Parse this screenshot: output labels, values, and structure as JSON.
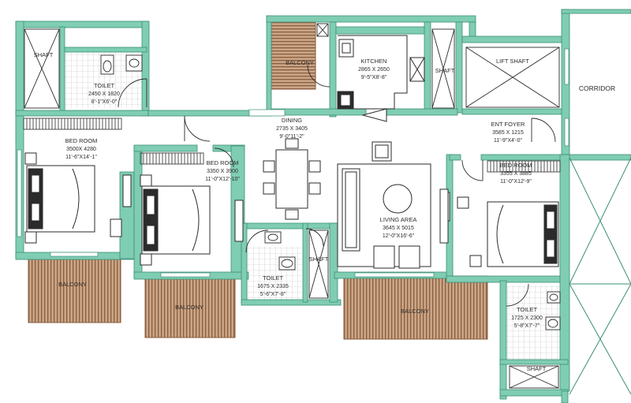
{
  "colors": {
    "wall": "#7fcdb3",
    "wall_edge": "#3d8f77",
    "balcony_fill": "#c49a7a",
    "balcony_line": "#8c5f40",
    "furniture": "#2b2b2b",
    "tile": "#d5d5d5"
  },
  "rooms": {
    "shaft_tl": {
      "name": "SHAFT"
    },
    "toilet_top": {
      "name": "TOILET",
      "metric": "2450 X 1820",
      "imperial": "8'-1\"X6'-0\""
    },
    "balcony_top": {
      "name": "BALCONY"
    },
    "kitchen": {
      "name": "KITCHEN",
      "metric": "2865 X 2650",
      "imperial": "9'-5\"X8'-8\""
    },
    "shaft_kitchen": {
      "name": "SHAFT"
    },
    "lift_shaft": {
      "name": "LIFT SHAFT"
    },
    "corridor": {
      "name": "CORRIDOR"
    },
    "dining": {
      "name": "DINING",
      "metric": "2735 X 3405",
      "imperial": "9'-0\"11'-2\""
    },
    "ent_foyer": {
      "name": "ENT FOYER",
      "metric": "3585 X 1215",
      "imperial": "11'-9\"X4'-0\""
    },
    "bedroom1": {
      "name": "BED ROOM",
      "metric": "3500X 4280",
      "imperial": "11'-6\"X14'-1\""
    },
    "bedroom2": {
      "name": "BED ROOM",
      "metric": "3350 X 3900",
      "imperial": "11'-0\"X12'-10\""
    },
    "bedroom3": {
      "name": "BED ROOM",
      "metric": "3355 X 3885",
      "imperial": "11'-0\"X12'-9\""
    },
    "living": {
      "name": "LIVING AREA",
      "metric": "3645 X 5015",
      "imperial": "12'-0\"X16'-6\""
    },
    "toilet_mid": {
      "name": "TOILET",
      "metric": "1675 X 2335",
      "imperial": "5'-6\"X7'-8\""
    },
    "shaft_mid": {
      "name": "SHAFT"
    },
    "toilet_right": {
      "name": "TOILET",
      "metric": "1725 X 2300",
      "imperial": "5'-8\"X7'-7\""
    },
    "shaft_br": {
      "name": "SHAFT"
    },
    "balcony1": {
      "name": "BALCONY"
    },
    "balcony2": {
      "name": "BALCONY"
    },
    "balcony3": {
      "name": "BALCONY"
    }
  }
}
